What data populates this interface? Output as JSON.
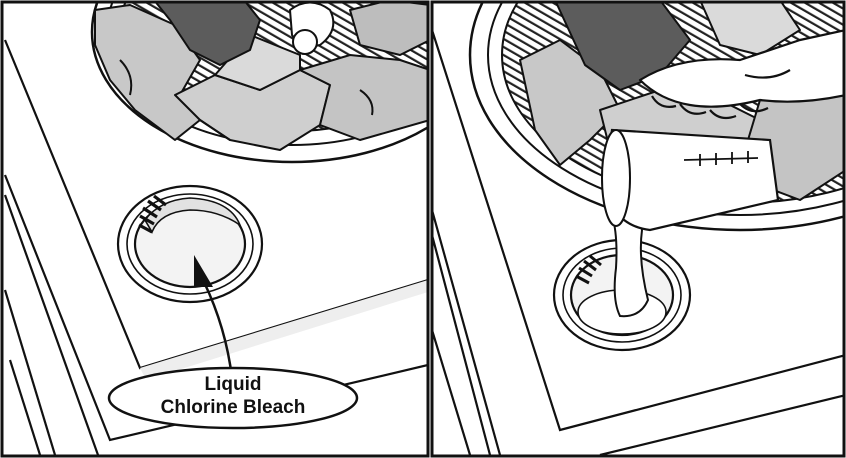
{
  "callout": {
    "line1": "Liquid",
    "line2": "Chlorine Bleach"
  },
  "colors": {
    "outline": "#111111",
    "background": "#ffffff",
    "tub_fabric": "#c8c8c8",
    "dark_garment": "#5c5c5c",
    "panel_gray": "#eeeeee"
  },
  "panels": [
    {
      "id": "left",
      "depicts": [
        "washer-top",
        "wash-tub",
        "bleach-dispenser",
        "pointer-arrow"
      ]
    },
    {
      "id": "right",
      "depicts": [
        "washer-top",
        "wash-tub",
        "bleach-dispenser",
        "hand",
        "measuring-cup",
        "pouring-liquid"
      ]
    }
  ]
}
